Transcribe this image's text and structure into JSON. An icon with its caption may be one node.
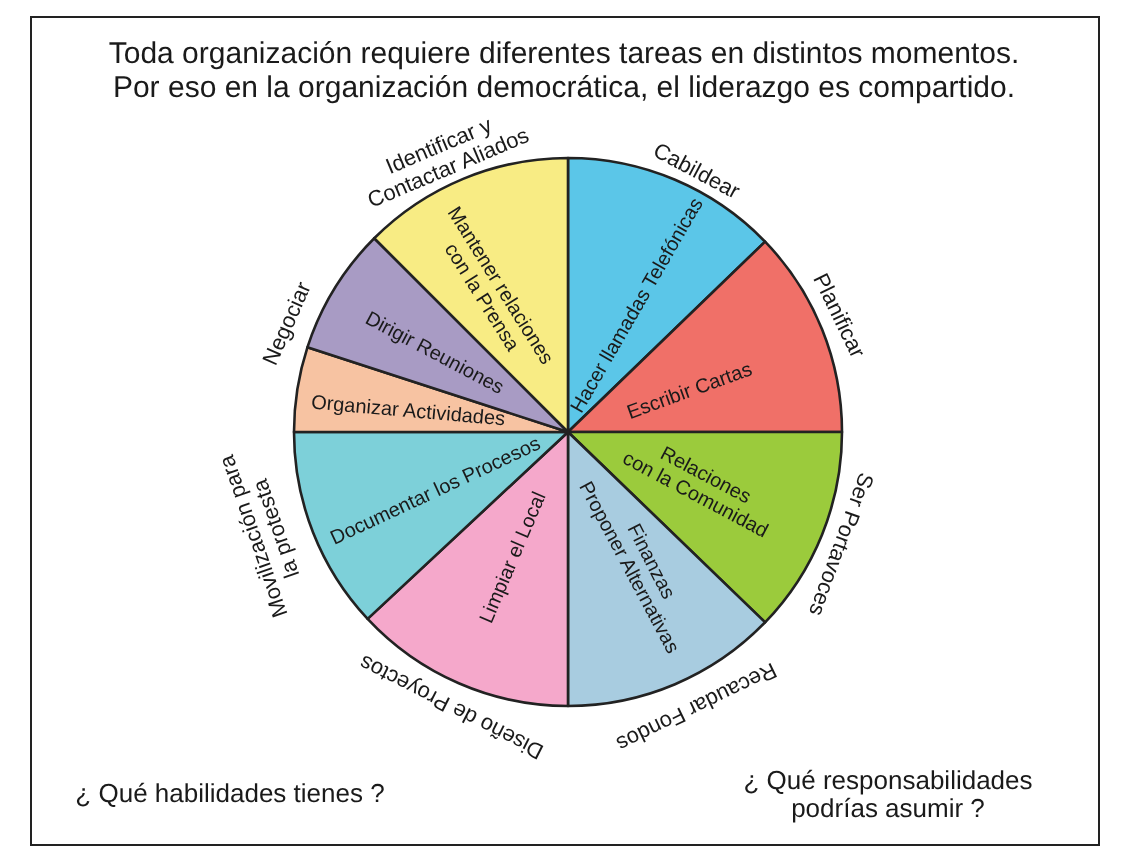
{
  "diagram": {
    "title": "Toda organización requiere diferentes tareas en distintos momentos. Por eso en la organización democrática, el liderazgo es compartido.",
    "nodes": [
      {
        "text": [
          "Hacer llamadas Telefónicas"
        ]
      },
      {
        "text": [
          "Escribir Cartas"
        ]
      },
      {
        "text": [
          "Relaciones con la Comunidad"
        ]
      },
      {
        "text": [
          "Finanzas",
          "Proponer Alternativas"
        ]
      },
      {
        "text": [
          "Limpiar el Local"
        ]
      },
      {
        "text": [
          "Documentar los Procesos"
        ]
      },
      {
        "text": [
          "Organizar Actividades"
        ]
      },
      {
        "text": [
          "Dirigir Reuniones"
        ]
      },
      {
        "text": [
          "Mantener relaciones con la Prensa"
        ]
      }
    ],
    "labels": [
      "Cabildear",
      "Planificar",
      "Ser Portavoces",
      "Recaudar Fondos",
      "Diseño de Proyectos",
      "Movilización para la protesta",
      "Negociar",
      "Identificar y Contactar Aliados",
      "¿ Qué habilidades tienes ?",
      "¿ Qué responsabilidades podrías asumir ?"
    ]
  }
}
